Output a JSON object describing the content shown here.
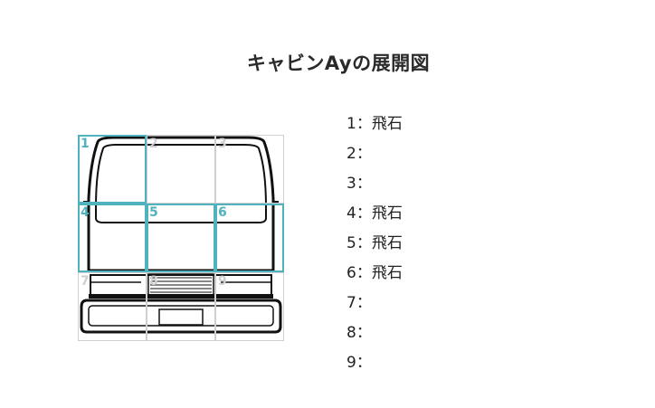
{
  "page": {
    "title": "キャビンAyの展開図"
  },
  "diagram": {
    "cells": [
      {
        "number": "1",
        "active": true
      },
      {
        "number": "2",
        "active": false
      },
      {
        "number": "3",
        "active": false
      },
      {
        "number": "4",
        "active": true
      },
      {
        "number": "5",
        "active": true
      },
      {
        "number": "6",
        "active": true
      },
      {
        "number": "7",
        "active": false
      },
      {
        "number": "8",
        "active": false
      },
      {
        "number": "9",
        "active": false
      }
    ],
    "colors": {
      "active": "#4fb3bf",
      "inactive": "#cfcfcf"
    }
  },
  "list": {
    "separator": "：",
    "items": [
      {
        "number": "1",
        "value": "飛石"
      },
      {
        "number": "2",
        "value": ""
      },
      {
        "number": "3",
        "value": ""
      },
      {
        "number": "4",
        "value": "飛石"
      },
      {
        "number": "5",
        "value": "飛石"
      },
      {
        "number": "6",
        "value": "飛石"
      },
      {
        "number": "7",
        "value": ""
      },
      {
        "number": "8",
        "value": ""
      },
      {
        "number": "9",
        "value": ""
      }
    ]
  }
}
